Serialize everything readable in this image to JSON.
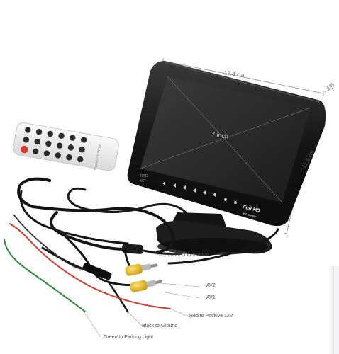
{
  "dimensions": {
    "width": "17.8 cm",
    "height": "11.8 cm",
    "depth": "0.85"
  },
  "monitor": {
    "screen_size": "7 inch",
    "badge_title": "Full HD",
    "badge_subtitle": "lcd monitor"
  },
  "wire_labels": {
    "connect": "connect to monitor",
    "av2": "AV2",
    "av1": "AV1",
    "red": "Red to Positive 12V",
    "black": "Black to Ground",
    "green": "Green to Parking Light"
  },
  "colors": {
    "bezel": "#1b1b1b",
    "screen": "#2a2a2a",
    "rca_yellow": "#e8c21a",
    "wire_red": "#d23a2a",
    "wire_green": "#2f8a3a",
    "remote_red_button": "#d63a2a"
  }
}
